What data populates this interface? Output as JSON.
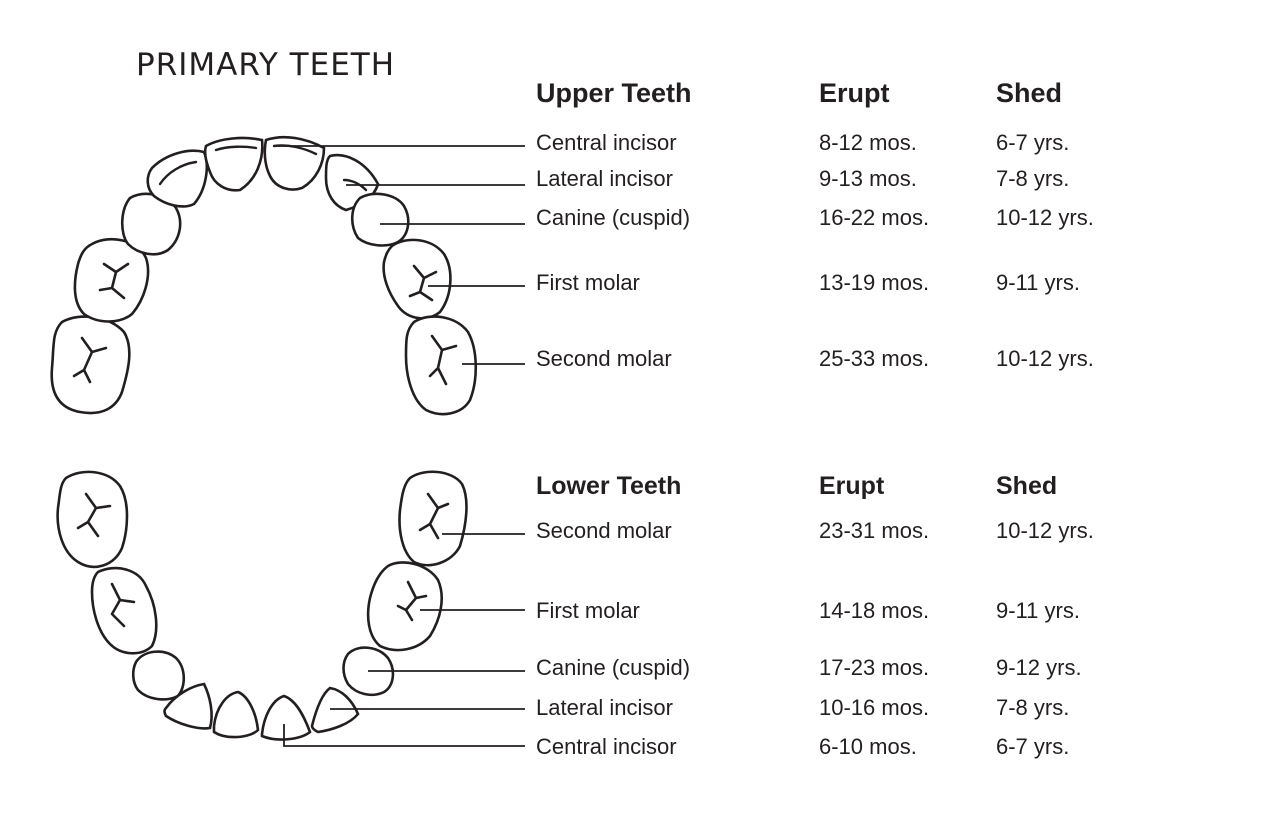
{
  "title": "PRIMARY TEETH",
  "upper": {
    "header": {
      "name": "Upper Teeth",
      "erupt": "Erupt",
      "shed": "Shed"
    },
    "rows": [
      {
        "name": "Central incisor",
        "erupt": "8-12 mos.",
        "shed": "6-7 yrs."
      },
      {
        "name": "Lateral incisor",
        "erupt": "9-13 mos.",
        "shed": "7-8 yrs."
      },
      {
        "name": "Canine (cuspid)",
        "erupt": "16-22 mos.",
        "shed": "10-12 yrs."
      },
      {
        "name": "First molar",
        "erupt": "13-19 mos.",
        "shed": "9-11 yrs."
      },
      {
        "name": "Second molar",
        "erupt": "25-33 mos.",
        "shed": "10-12 yrs."
      }
    ]
  },
  "lower": {
    "header": {
      "name": "Lower Teeth",
      "erupt": "Erupt",
      "shed": "Shed"
    },
    "rows": [
      {
        "name": "Second molar",
        "erupt": "23-31 mos.",
        "shed": "10-12 yrs."
      },
      {
        "name": "First molar",
        "erupt": "14-18 mos.",
        "shed": "9-11 yrs."
      },
      {
        "name": "Canine (cuspid)",
        "erupt": "17-23 mos.",
        "shed": "9-12 yrs."
      },
      {
        "name": "Lateral incisor",
        "erupt": "10-16 mos.",
        "shed": "7-8 yrs."
      },
      {
        "name": "Central incisor",
        "erupt": "6-10 mos.",
        "shed": "6-7 yrs."
      }
    ]
  },
  "colors": {
    "ink": "#231f20",
    "background": "#ffffff"
  }
}
